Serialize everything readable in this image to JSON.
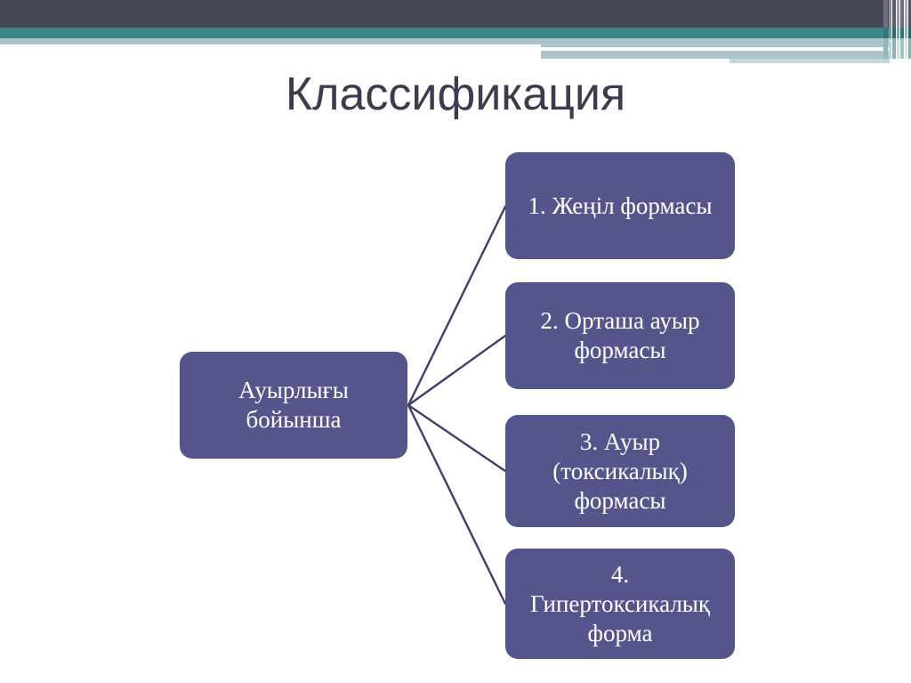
{
  "slide": {
    "title": "Классификация",
    "title_color": "#3c3c4e",
    "background_color": "#ffffff"
  },
  "banner": {
    "dark_color": "#464655",
    "teal_color": "#3d8689",
    "pale_color": "#a9c5c9",
    "accent_white": "#ffffff"
  },
  "diagram": {
    "type": "tree",
    "node_fill": "#55558c",
    "node_text_color": "#ffffff",
    "connector_color": "#3f3f6b",
    "root": {
      "label": "Ауырлығы\nбойынша"
    },
    "children": [
      {
        "label": "1. Жеңіл формасы"
      },
      {
        "label": "2. Орташа ауыр\nформасы"
      },
      {
        "label": "3. Ауыр\n(токсикалық)\nформасы"
      },
      {
        "label": "4.\nГипертоксикалық\nформа"
      }
    ]
  }
}
